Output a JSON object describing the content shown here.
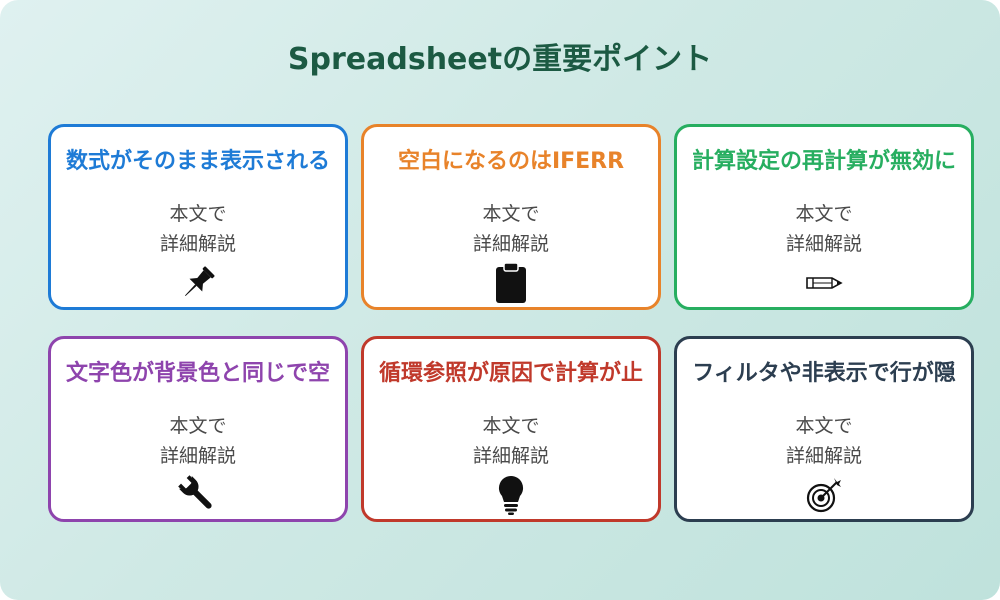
{
  "title": "Spreadsheetの重要ポイント",
  "colors": {
    "title": "#1c5a43",
    "background": "#cfe9e5"
  },
  "cards": [
    {
      "title": "数式がそのまま表示される",
      "body_line1": "本文で",
      "body_line2": "詳細解説",
      "icon": "pushpin-icon",
      "color": "#1e7bd6"
    },
    {
      "title": "空白になるのはIFERR",
      "body_line1": "本文で",
      "body_line2": "詳細解説",
      "icon": "clipboard-icon",
      "color": "#e8832a"
    },
    {
      "title": "計算設定の再計算が無効に",
      "body_line1": "本文で",
      "body_line2": "詳細解説",
      "icon": "pencil-icon",
      "color": "#27ae60"
    },
    {
      "title": "文字色が背景色と同じで空",
      "body_line1": "本文で",
      "body_line2": "詳細解説",
      "icon": "wrench-icon",
      "color": "#8e44ad"
    },
    {
      "title": "循環参照が原因で計算が止",
      "body_line1": "本文で",
      "body_line2": "詳細解説",
      "icon": "lightbulb-icon",
      "color": "#c0392b"
    },
    {
      "title": "フィルタや非表示で行が隠",
      "body_line1": "本文で",
      "body_line2": "詳細解説",
      "icon": "target-icon",
      "color": "#2c3e50"
    }
  ]
}
